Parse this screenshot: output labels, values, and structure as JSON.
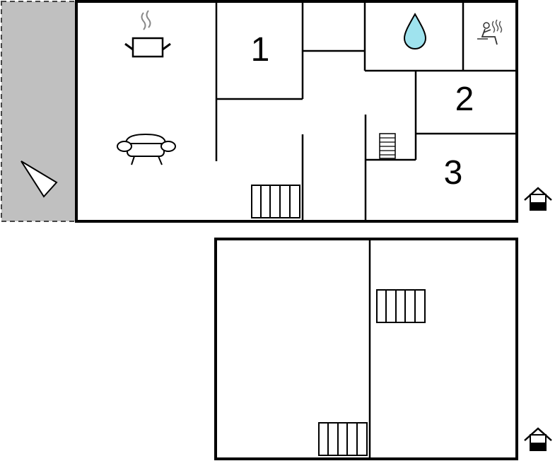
{
  "floorplan": {
    "upper": {
      "rooms": [
        {
          "id": "bedroom-1",
          "label": "1"
        },
        {
          "id": "bedroom-2",
          "label": "2"
        },
        {
          "id": "bedroom-3",
          "label": "3"
        }
      ],
      "icons": [
        "kitchen-pot-icon",
        "sofa-icon",
        "water-drop-icon",
        "sauna-icon",
        "terrace-arrow-icon",
        "entrance-house-icon"
      ]
    },
    "lower": {
      "icons": [
        "entrance-house-icon"
      ]
    },
    "colors": {
      "terrace": "#c0c0c0",
      "water": "#9fe3ee",
      "wall": "#000000"
    }
  }
}
